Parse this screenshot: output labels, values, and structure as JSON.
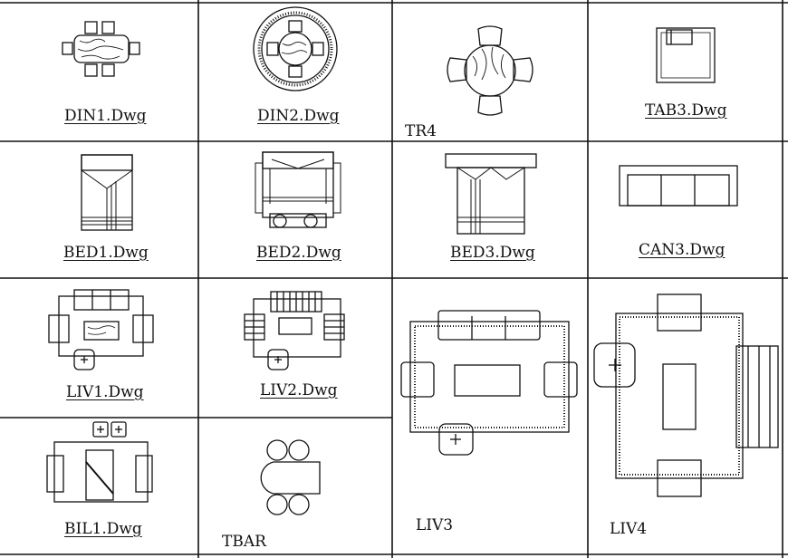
{
  "cells": {
    "din1": {
      "label": "DIN1.Dwg"
    },
    "din2": {
      "label": "DIN2.Dwg"
    },
    "tr4": {
      "label": "TR4"
    },
    "tab3": {
      "label": "TAB3.Dwg"
    },
    "bed1": {
      "label": "BED1.Dwg"
    },
    "bed2": {
      "label": "BED2.Dwg"
    },
    "bed3": {
      "label": "BED3.Dwg"
    },
    "can3": {
      "label": "CAN3.Dwg"
    },
    "liv1": {
      "label": "LIV1.Dwg"
    },
    "liv2": {
      "label": "LIV2.Dwg"
    },
    "liv3": {
      "label": "LIV3"
    },
    "liv4": {
      "label": "LIV4"
    },
    "bil1": {
      "label": "BIL1.Dwg"
    },
    "tbar": {
      "label": "TBAR"
    }
  },
  "colors": {
    "line": "#111111",
    "background": "#ffffff"
  }
}
